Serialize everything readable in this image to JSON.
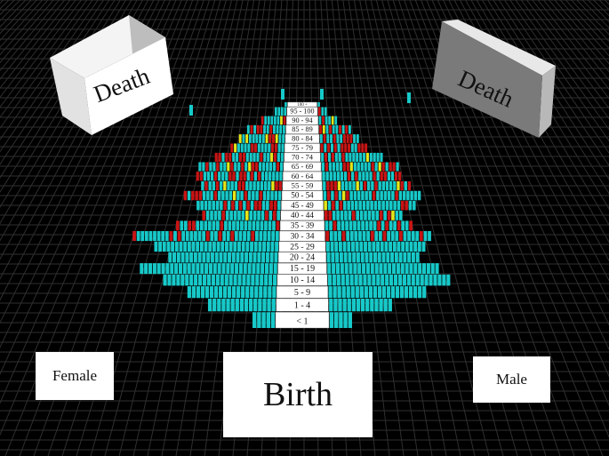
{
  "labels": {
    "death_left": "Death",
    "death_right": "Death",
    "birth": "Birth",
    "female": "Female",
    "male": "Male"
  },
  "colors": {
    "background": "#000000",
    "grid": "#2f2f2f",
    "alive": "#17c9c9",
    "dead": "#c91414",
    "highlight": "#e6e619"
  },
  "chart_data": {
    "type": "bar",
    "orientation": "horizontal",
    "style": "3D population pyramid made of stacked person figures",
    "categories": [
      "< 1",
      "1 - 4",
      "5 - 9",
      "10 - 14",
      "15 - 19",
      "20 - 24",
      "25 - 29",
      "30 - 34",
      "35 - 39",
      "40 - 44",
      "45 - 49",
      "50 - 54",
      "55 - 59",
      "60 - 64",
      "65 - 69",
      "70 - 74",
      "75 - 79",
      "80 - 84",
      "85 - 89",
      "90 - 94",
      "95 - 100",
      "100 +"
    ],
    "series": [
      {
        "name": "Female",
        "values": [
          5,
          15,
          20,
          26,
          32,
          26,
          30,
          36,
          26,
          20,
          22,
          26,
          22,
          24,
          24,
          20,
          16,
          14,
          12,
          8,
          4,
          1
        ]
      },
      {
        "name": "Male",
        "values": [
          5,
          14,
          22,
          28,
          26,
          22,
          24,
          26,
          22,
          20,
          24,
          26,
          24,
          22,
          22,
          18,
          14,
          12,
          10,
          6,
          3,
          1
        ]
      }
    ],
    "legend": "none"
  }
}
